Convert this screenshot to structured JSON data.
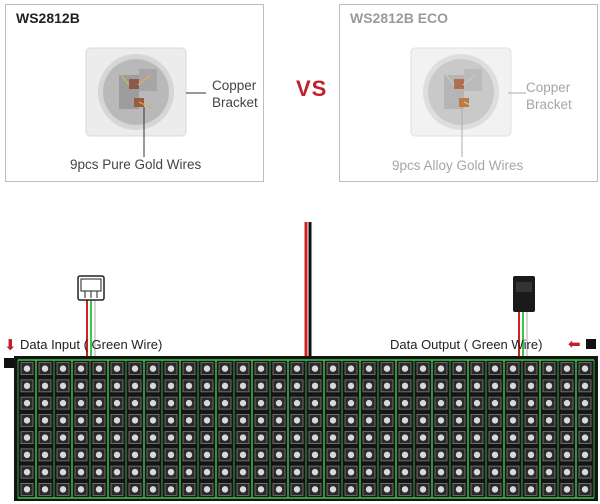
{
  "left_card": {
    "title": "WS2812B",
    "bracket_label_line1": "Copper",
    "bracket_label_line2": "Bracket",
    "wire_label": "9pcs Pure Gold Wires"
  },
  "right_card": {
    "title": "WS2812B ECO",
    "bracket_label_line1": "Copper",
    "bracket_label_line2": "Bracket",
    "wire_label": "9pcs Alloy Gold Wires"
  },
  "versus_label": "VS",
  "panel": {
    "data_input_label": "Data Input ( Green Wire)",
    "data_output_label": "Data Output ( Green Wire)"
  },
  "colors": {
    "accent_red": "#c0202a",
    "trace_green": "#3ec64a",
    "panel_black": "#151515"
  }
}
